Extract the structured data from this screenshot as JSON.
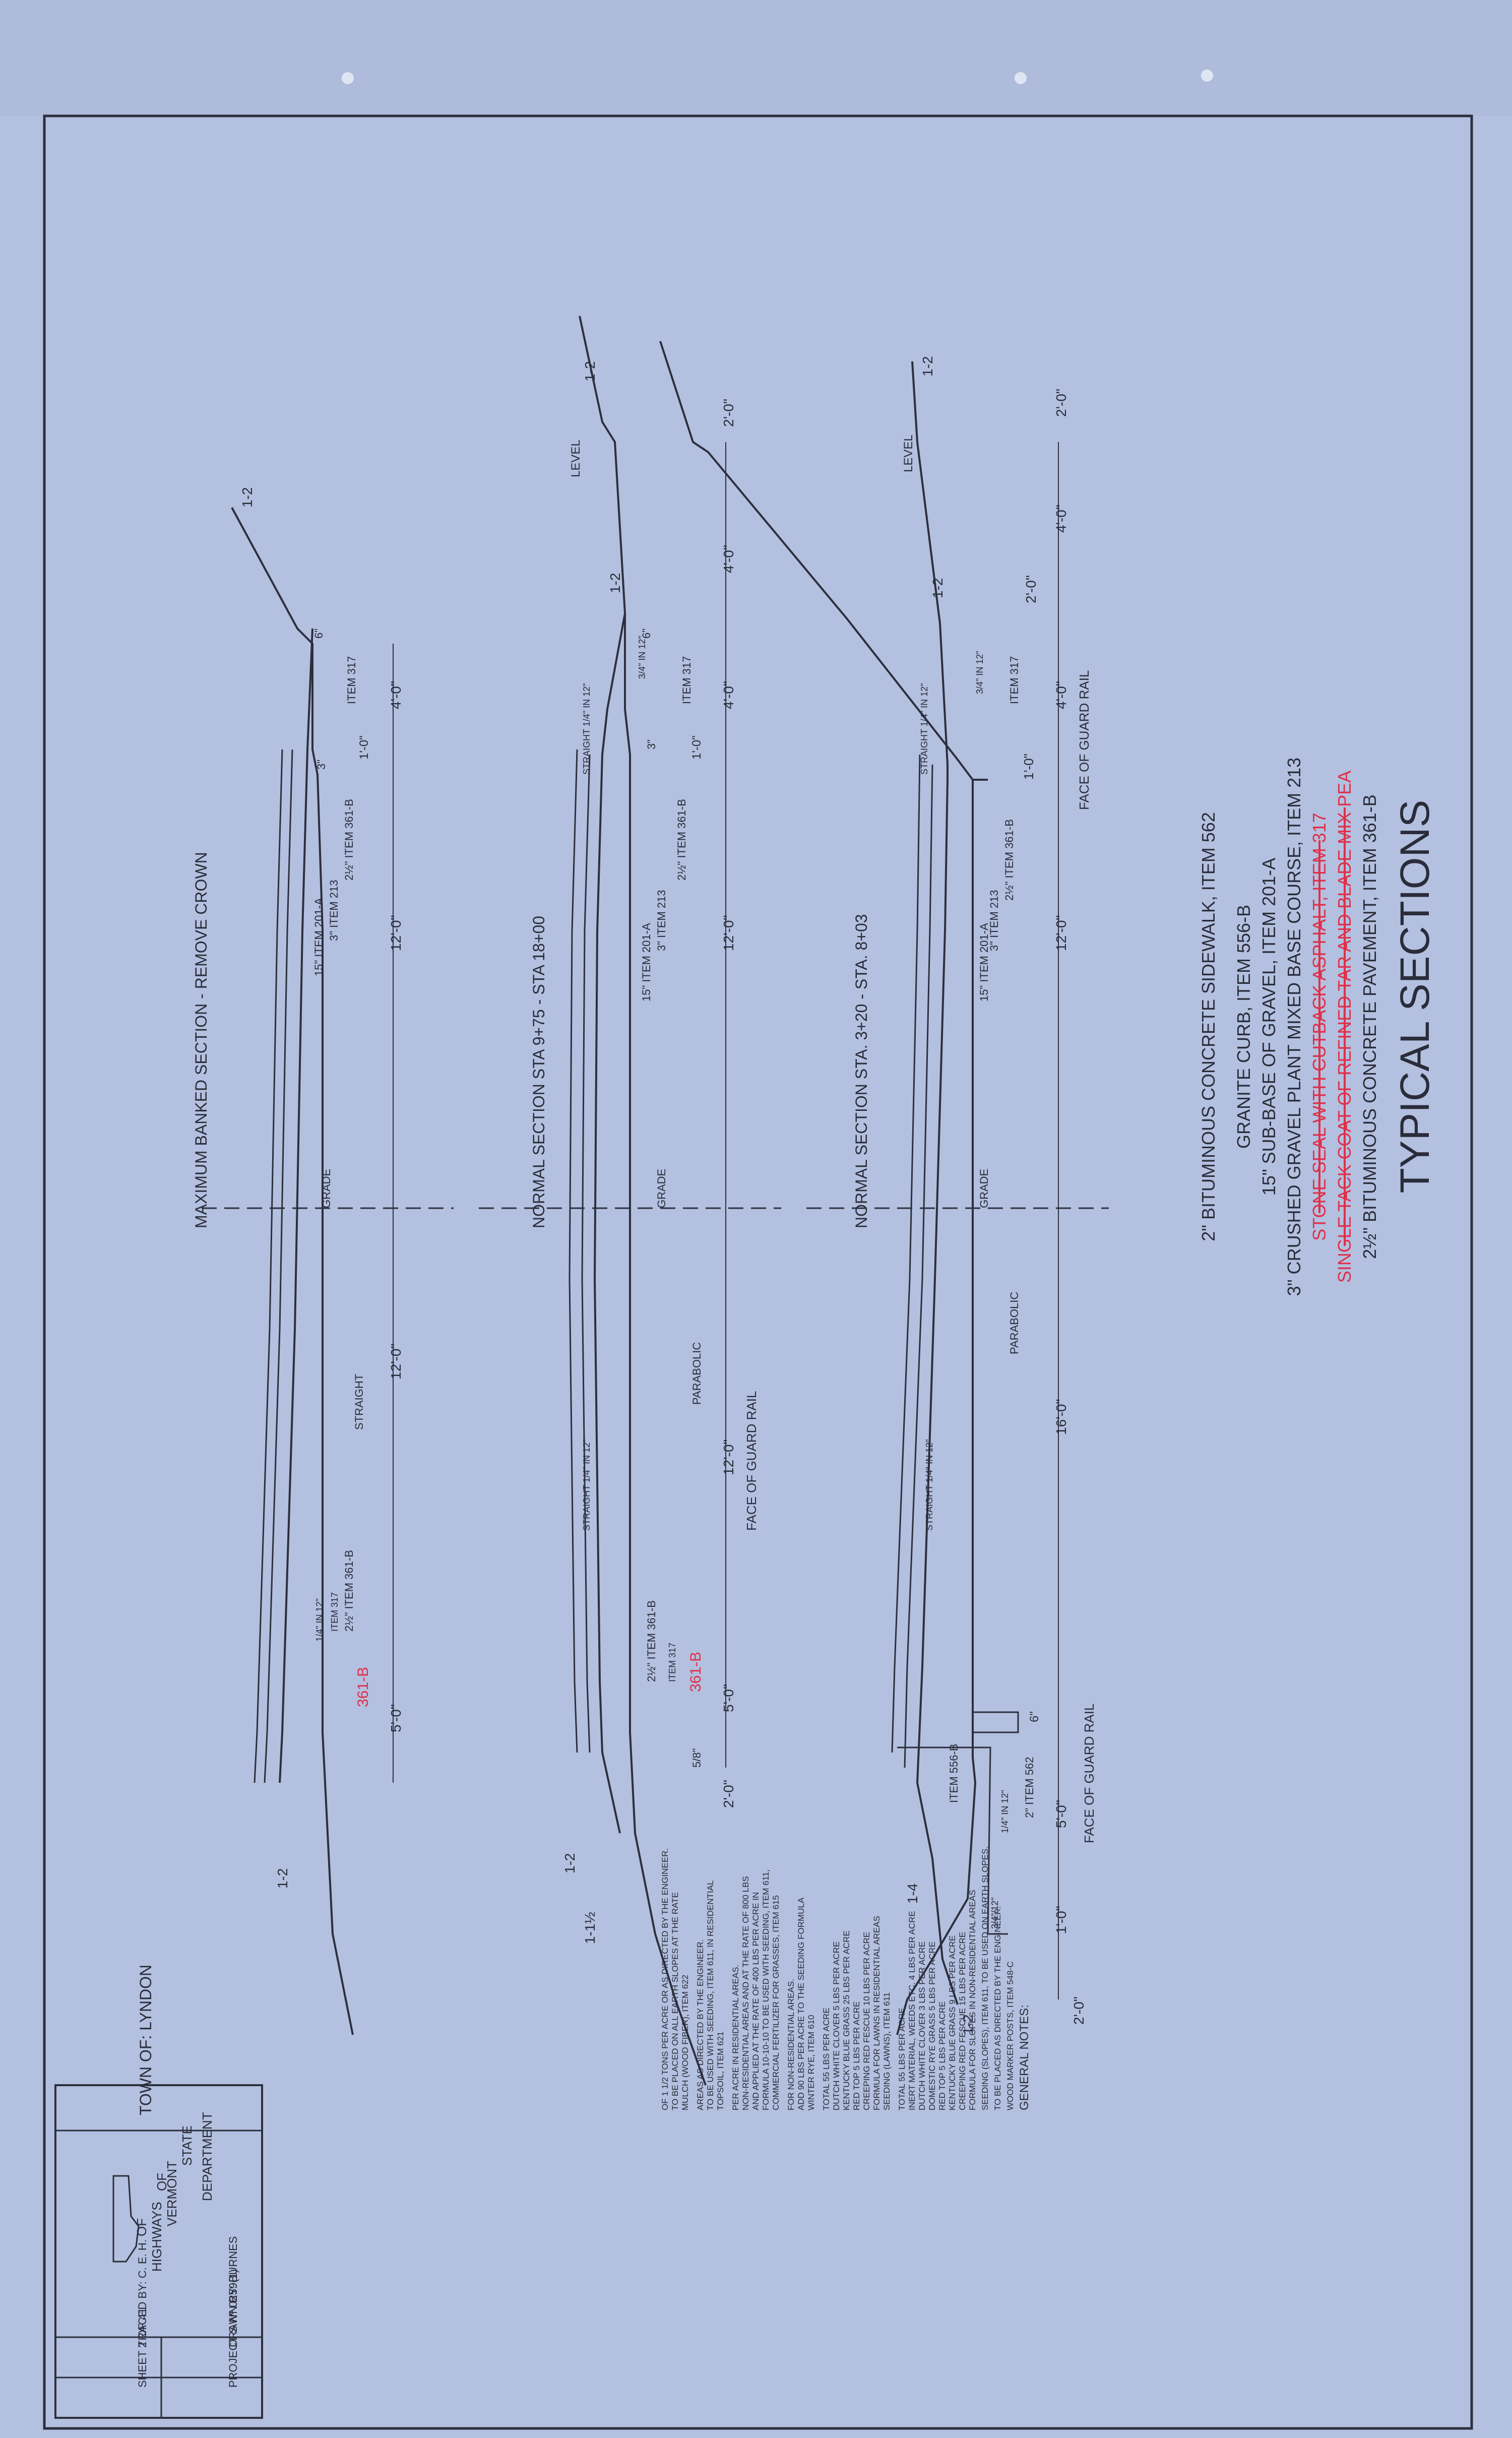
{
  "title": "TYPICAL SECTIONS",
  "legend": [
    {
      "text": "2½\" BITUMINOUS CONCRETE PAVEMENT, ITEM 361-B",
      "style": "normal"
    },
    {
      "text": "SINGLE TACK COAT OF REFINED TAR AND BLADE MIX PEA",
      "style": "struck"
    },
    {
      "text": "STONE SEAL WITH CUTBACK ASPHALT, ITEM 317",
      "style": "struck"
    },
    {
      "text": "3\" CRUSHED GRAVEL PLANT MIXED BASE COURSE, ITEM 213",
      "style": "normal"
    },
    {
      "text": "15\" SUB-BASE OF GRAVEL, ITEM 201-A",
      "style": "normal"
    },
    {
      "text": "GRANITE CURB, ITEM 556-B",
      "style": "normal"
    },
    {
      "text": "2\" BITUMINOUS CONCRETE SIDEWALK, ITEM 562",
      "style": "normal"
    }
  ],
  "sections": [
    {
      "caption": "NORMAL SECTION STA. 3+20 - STA. 8+03",
      "dims": [
        "2'-0\"",
        "4'-0\"",
        "2'-0\"",
        "4'-0\"",
        "12'-0\"",
        "16'-0\"",
        "6\"",
        "5'-0\"",
        "1'-0\"",
        "2'-0\"",
        "1'-0\""
      ],
      "labels": [
        "FACE OF GUARD RAIL",
        "FACE OF GUARD RAIL",
        "LEVEL",
        "1-2",
        "1-2",
        "1-4",
        "1-2",
        "ITEM 317",
        "2½\" ITEM 361-B",
        "3\" ITEM 213",
        "15\" ITEM 201-A",
        "GRADE",
        "PARABOLIC",
        "STRAIGHT 1/4\" IN 12\"",
        "STRAIGHT 1/4\" IN 12\"",
        "2\" ITEM 562",
        "ITEM 556-B",
        "1/4\" IN 12\"",
        "3/4\" IN 12\"",
        "3/4\"/12\""
      ]
    },
    {
      "caption": "NORMAL SECTION STA 9+75 - STA 18+00",
      "dims": [
        "2'-0\"",
        "4'-0\"",
        "4'-0\"",
        "1'-0\"",
        "12'-0\"",
        "12'-0\"",
        "5'-0\"",
        "2'-0\"",
        "6\"",
        "3\""
      ],
      "labels": [
        "FACE OF GUARD RAIL",
        "LEVEL",
        "1-2",
        "1-2",
        "1-2",
        "1-1½",
        "ITEM 317",
        "2½\" ITEM 361-B",
        "3\" ITEM 213",
        "15\" ITEM 201-A",
        "GRADE",
        "PARABOLIC",
        "STRAIGHT 1/4\" IN 12\"",
        "STRAIGHT 1/4\" IN 12\"",
        "3/4\" IN 12\"",
        "2½\" ITEM 361-B",
        "ITEM 317",
        "5/8\""
      ]
    },
    {
      "caption": "MAXIMUM BANKED SECTION - REMOVE CROWN",
      "dims": [
        "4'-0\"",
        "1'-0\"",
        "12'-0\"",
        "12'-0\"",
        "5'-0\"",
        "6\"",
        "3\""
      ],
      "labels": [
        "1-2",
        "1-2",
        "ITEM 317",
        "2½\" ITEM 361-B",
        "3\" ITEM 213",
        "15\" ITEM 201-A",
        "GRADE",
        "STRAIGHT",
        "2½\" ITEM 361-B",
        "ITEM 317",
        "1/4\" IN 12\""
      ]
    }
  ],
  "general_notes": {
    "heading": "GENERAL NOTES:",
    "lines": [
      "WOOD MARKER POSTS, ITEM 548-C",
      "TO BE PLACED AS DIRECTED BY THE ENGINEER.",
      "SEEDING (SLOPES), ITEM 611, TO BE USED ON EARTH SLOPES.",
      "FORMULA FOR SLOPES IN NON-RESIDENTIAL AREAS",
      "CREEPING RED FESCUE 15 LBS PER ACRE",
      "KENTUCKY BLUE GRASS 9 LBS PER ACRE",
      "RED TOP 5 LBS PER ACRE",
      "DOMESTIC RYE GRASS 5 LBS PER ACRE",
      "DUTCH WHITE CLOVER 3 LBS PER ACRE",
      "INERT MATERIAL, WEEDS ETC. 4 LBS PER ACRE",
      "TOTAL 55 LBS PER ACRE",
      "SEEDING (LAWNS), ITEM 611",
      "FORMULA FOR LAWNS IN RESIDENTIAL AREAS",
      "CREEPING RED FESCUE 10 LBS PER ACRE",
      "RED TOP 5 LBS PER ACRE",
      "KENTUCKY BLUE GRASS 25 LBS PER ACRE",
      "DUTCH WHITE CLOVER 5 LBS PER ACRE",
      "TOTAL 55 LBS PER ACRE",
      "WINTER RYE, ITEM 610",
      "ADD 90 LBS PER ACRE TO THE SEEDING FORMULA",
      "FOR NON-RESIDENTIAL AREAS.",
      "COMMERCIAL FERTILIZER FOR GRASSES, ITEM 615",
      "FORMULA 10-10-10 TO BE USED WITH SEEDING, ITEM 611,",
      "AND APPLIED AT THE RATE OF 400 LBS PER ACRE IN",
      "NON-RESIDENTIAL AREAS AND AT THE RATE OF 800 LBS",
      "PER ACRE IN RESIDENTIAL AREAS.",
      "TOPSOIL, ITEM 621",
      "TO BE USED WITH SEEDING, ITEM 611, IN RESIDENTIAL",
      "AREAS AS DIRECTED BY THE ENGINEER.",
      "MULCH (WOOD FIBER), ITEM 622",
      "TO BE PLACED ON ALL EARTH SLOPES AT THE RATE",
      "OF 1 1/2 TONS PER ACRE OR AS DIRECTED BY THE ENGINEER."
    ]
  },
  "title_block": {
    "town": "TOWN OF: LYNDON",
    "state_word": "STATE",
    "of_word": "OF",
    "vermont": "VERMONT",
    "department": "DEPARTMENT",
    "of2": "OF",
    "highways": "HIGHWAYS",
    "drawn_by": "DRAWN BY: BURNES",
    "traced_by": "TRACED BY: C. E. H.",
    "project": "PROJECT S Nº 0259(1)",
    "sheet": "SHEET 2 OF 41"
  },
  "red_markup": [
    "361-B",
    "361-B"
  ]
}
